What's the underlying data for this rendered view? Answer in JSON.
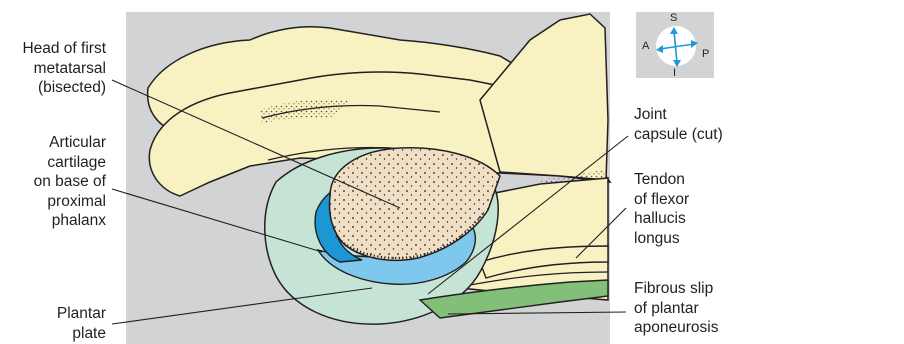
{
  "labels": {
    "head_first_metatarsal": [
      "Head of first",
      "metatarsal",
      "(bisected)"
    ],
    "articular_cartilage": [
      "Articular",
      "cartilage",
      "on base of",
      "proximal",
      "phalanx"
    ],
    "plantar_plate": [
      "Plantar",
      "plate"
    ],
    "joint_capsule": [
      "Joint",
      "capsule (cut)"
    ],
    "tendon_flexor": [
      "Tendon",
      "of flexor",
      "hallucis",
      "longus"
    ],
    "fibrous_slip": [
      "Fibrous slip",
      "of plantar",
      "aponeurosis"
    ]
  },
  "orientation": {
    "superior": "S",
    "inferior": "I",
    "anterior": "A",
    "posterior": "P"
  },
  "colors": {
    "panel_background": "#d1d3d4",
    "bone": "#f8f1c2",
    "bone_cut_surface": "#f0dfc4",
    "articular_cartilage": "#1b97d5",
    "plantar_plate": "#7fc8ed",
    "joint_capsule": "#c6e4d5",
    "fibrous_slip": "#82bf78",
    "outline": "#231f20",
    "compass_arrow": "#1e9ad6"
  }
}
